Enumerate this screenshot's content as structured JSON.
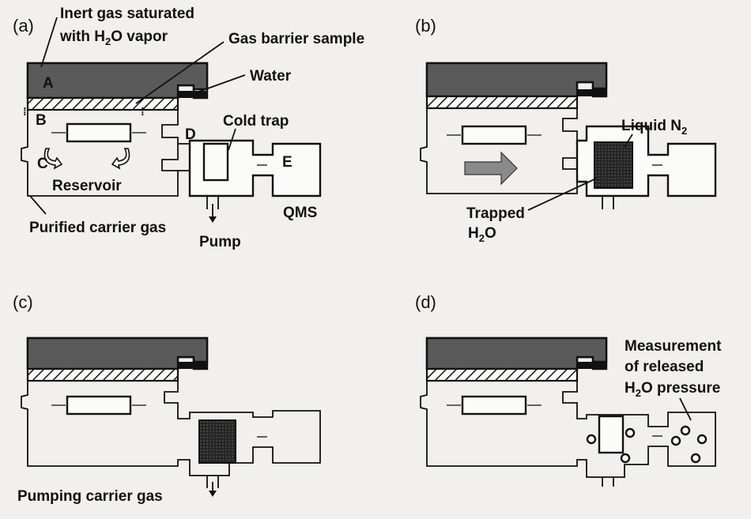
{
  "panels": {
    "a": {
      "label": "(a)",
      "callouts": {
        "inert_gas_line1": "Inert gas saturated",
        "inert_gas_line2_prefix": "with H",
        "inert_gas_line2_sub": "2",
        "inert_gas_line2_suffix": "O vapor",
        "gas_barrier_sample": "Gas barrier sample",
        "water": "Water",
        "cold_trap": "Cold trap",
        "reservoir": "Reservoir",
        "purified_carrier_gas": "Purified carrier gas",
        "pump": "Pump",
        "qms": "QMS"
      },
      "letters": {
        "A": "A",
        "B": "B",
        "C": "C",
        "D": "D",
        "E": "E"
      }
    },
    "b": {
      "label": "(b)",
      "callouts": {
        "liquid_n2_prefix": "Liquid N",
        "liquid_n2_sub": "2",
        "trapped": "Trapped",
        "trapped_h2o_prefix": "H",
        "trapped_h2o_sub": "2",
        "trapped_h2o_suffix": "O"
      }
    },
    "c": {
      "label": "(c)",
      "callouts": {
        "pumping_carrier_gas": "Pumping carrier gas"
      }
    },
    "d": {
      "label": "(d)",
      "callouts": {
        "measurement_line1": "Measurement",
        "measurement_line2": "of released",
        "measurement_line3_prefix": "H",
        "measurement_line3_sub": "2",
        "measurement_line3_suffix": "O pressure"
      }
    }
  },
  "colors": {
    "background": "#f1f0ee",
    "chamber_fill": "#5a5a5a",
    "ink": "#111111"
  }
}
